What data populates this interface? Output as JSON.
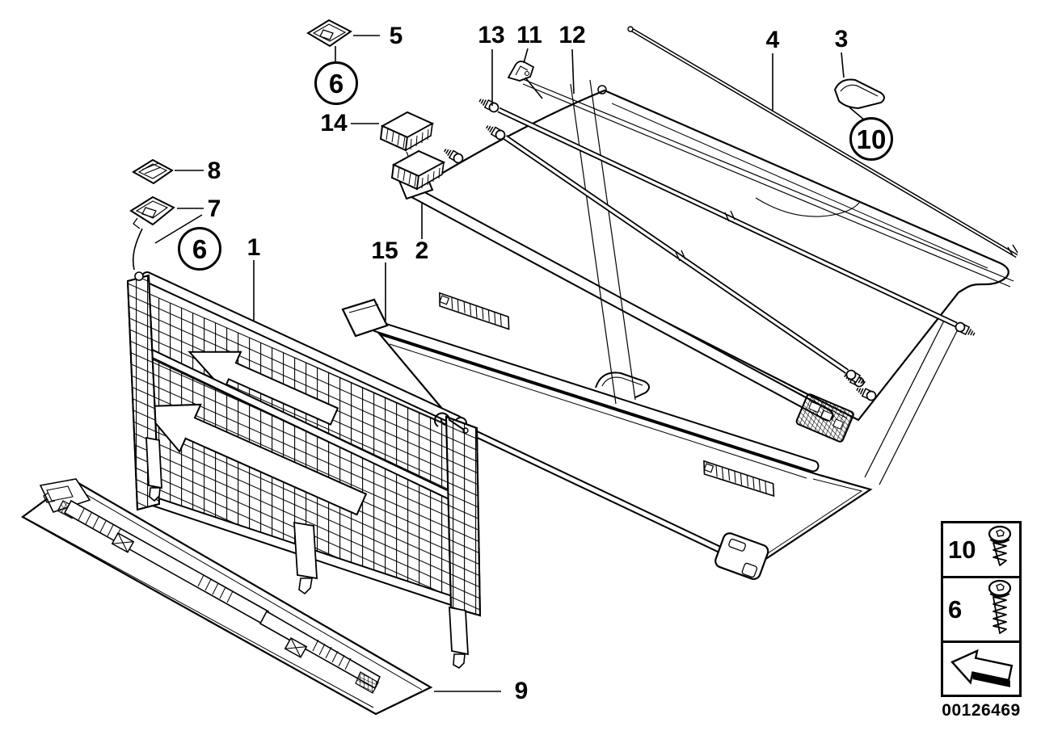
{
  "diagram": {
    "doc_number": "00126469",
    "callouts": [
      {
        "label": "5",
        "circled": false
      },
      {
        "label": "6",
        "circled": true
      },
      {
        "label": "14",
        "circled": false
      },
      {
        "label": "8",
        "circled": false
      },
      {
        "label": "7",
        "circled": false
      },
      {
        "label": "6",
        "circled": true
      },
      {
        "label": "1",
        "circled": false
      },
      {
        "label": "15",
        "circled": false
      },
      {
        "label": "2",
        "circled": false
      },
      {
        "label": "13",
        "circled": false
      },
      {
        "label": "11",
        "circled": false
      },
      {
        "label": "12",
        "circled": false
      },
      {
        "label": "4",
        "circled": false
      },
      {
        "label": "3",
        "circled": false
      },
      {
        "label": "10",
        "circled": true
      },
      {
        "label": "9",
        "circled": false
      }
    ],
    "legend": {
      "rows": [
        {
          "label": "10",
          "icon": "screw-short-icon"
        },
        {
          "label": "6",
          "icon": "screw-long-icon"
        },
        {
          "label": "",
          "icon": "direction-arrow-icon"
        }
      ]
    }
  }
}
